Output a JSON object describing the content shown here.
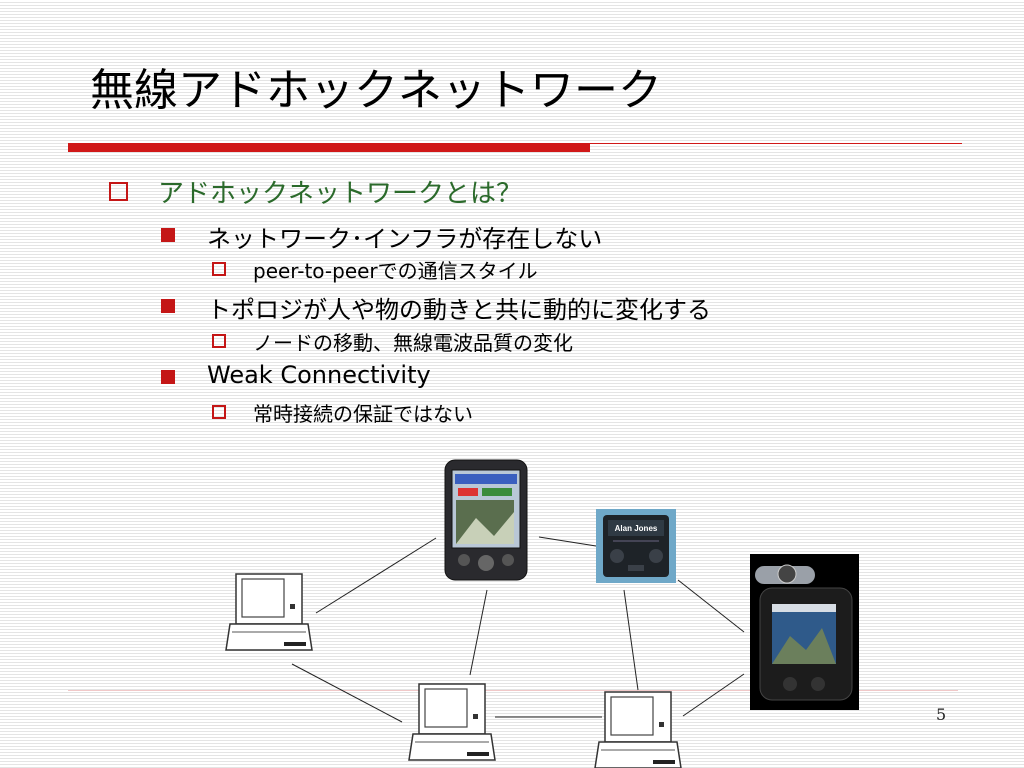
{
  "slide": {
    "title": "無線アドホックネットワーク",
    "page_number": "5"
  },
  "bullets": {
    "l1": "アドホックネットワークとは？",
    "l2a": "ネットワーク･インフラが存在しない",
    "l3a": "peer-to-peerでの通信スタイル",
    "l2b": "トポロジが人や物の動きと共に動的に変化する",
    "l3b": "ノードの移動、無線電波品質の変化",
    "l2c": "Weak Connectivity",
    "l3c": "常時接続の保証ではない"
  },
  "device": {
    "badge_label": "Alan Jones"
  },
  "colors": {
    "accent_red": "#c41616",
    "heading_green": "#2b6a2b"
  }
}
